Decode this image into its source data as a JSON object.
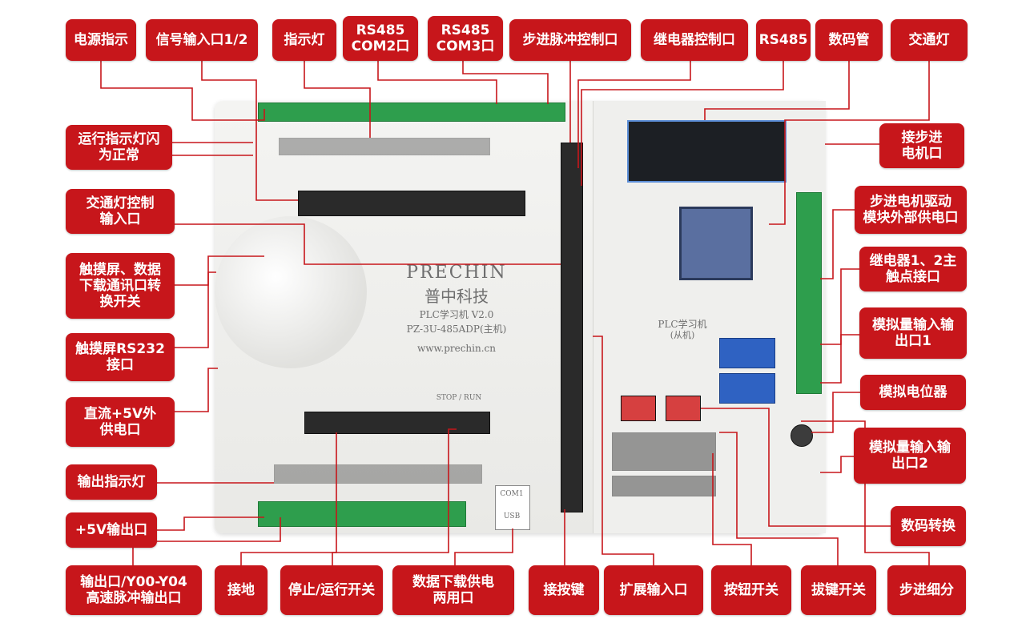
{
  "board": {
    "brand": "PRECHIN",
    "company_cn": "普中科技",
    "model": "PLC学习机 V2.0",
    "part_no": "PZ-3U-485ADP(主机)",
    "website": "www.prechin.cn",
    "slave_title": "PLC学习机",
    "slave_sub": "(从机)",
    "stop_run": "STOP / RUN",
    "usb_label": "COM1",
    "usb_sub": "USB"
  },
  "callouts": {
    "power": "电源指示",
    "signal_input": "信号输入口1/2",
    "indicator": "指示灯",
    "rs485_com2": "RS485\nCOM2口",
    "rs485_com3": "RS485\nCOM3口",
    "stepper_pulse": "步进脉冲控制口",
    "relay_ctrl": "继电器控制口",
    "rs485": "RS485",
    "digital_tube": "数码管",
    "traffic_light": "交通灯",
    "run_indicator": "运行指示灯闪\n为正常",
    "stepper_motor_port": "接步进\n电机口",
    "traffic_ctrl_input": "交通灯控制\n输入口",
    "stepper_driver_power": "步进电机驱动\n模块外部供电口",
    "touch_switch": "触摸屏、数据\n下载通讯口转\n换开关",
    "relay_contacts": "继电器1、2主\n触点接口",
    "touch_rs232": "触摸屏RS232\n接口",
    "analog_io1": "模拟量输入输\n出口1",
    "dc5v_supply": "直流+5V外\n供电口",
    "analog_pot": "模拟电位器",
    "output_indicator": "输出指示灯",
    "analog_io2": "模拟量输入输\n出口2",
    "out_5v": "+5V输出口",
    "digit_switch": "数码转换",
    "output_y00": "输出口/Y00-Y04\n高速脉冲输出口",
    "ground": "接地",
    "stop_run_switch": "停止/运行开关",
    "download_port": "数据下载供电\n两用口",
    "button_port": "接按键",
    "expansion_input": "扩展输入口",
    "button_switch": "按钮开关",
    "dip_switch": "拔键开关",
    "step_subdivision": "步进细分"
  }
}
